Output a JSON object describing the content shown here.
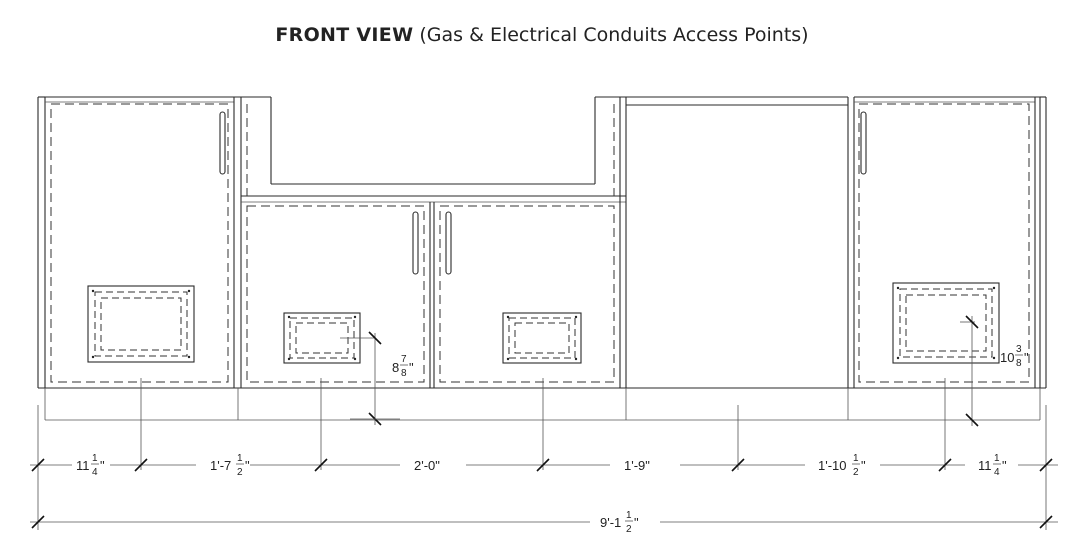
{
  "title": {
    "main": "FRONT VIEW",
    "sub": " (Gas & Electrical Conduits Access Points)"
  },
  "dimensions": {
    "d1": {
      "whole": "11",
      "num": "1",
      "den": "4",
      "unit": "\""
    },
    "d2": {
      "whole": "1'-7",
      "num": "1",
      "den": "2",
      "unit": "\""
    },
    "d3": {
      "text": "2'-0\""
    },
    "d4": {
      "text": "1'-9\""
    },
    "d5": {
      "whole": "1'-10",
      "num": "1",
      "den": "2",
      "unit": "\""
    },
    "d6": {
      "whole": "11",
      "num": "1",
      "den": "4",
      "unit": "\""
    },
    "total": {
      "whole": "9'-1",
      "num": "1",
      "den": "2",
      "unit": "\""
    },
    "height_left": {
      "whole": "8",
      "num": "7",
      "den": "8",
      "unit": "\""
    },
    "height_right": {
      "whole": "10",
      "num": "3",
      "den": "8",
      "unit": "\""
    }
  }
}
